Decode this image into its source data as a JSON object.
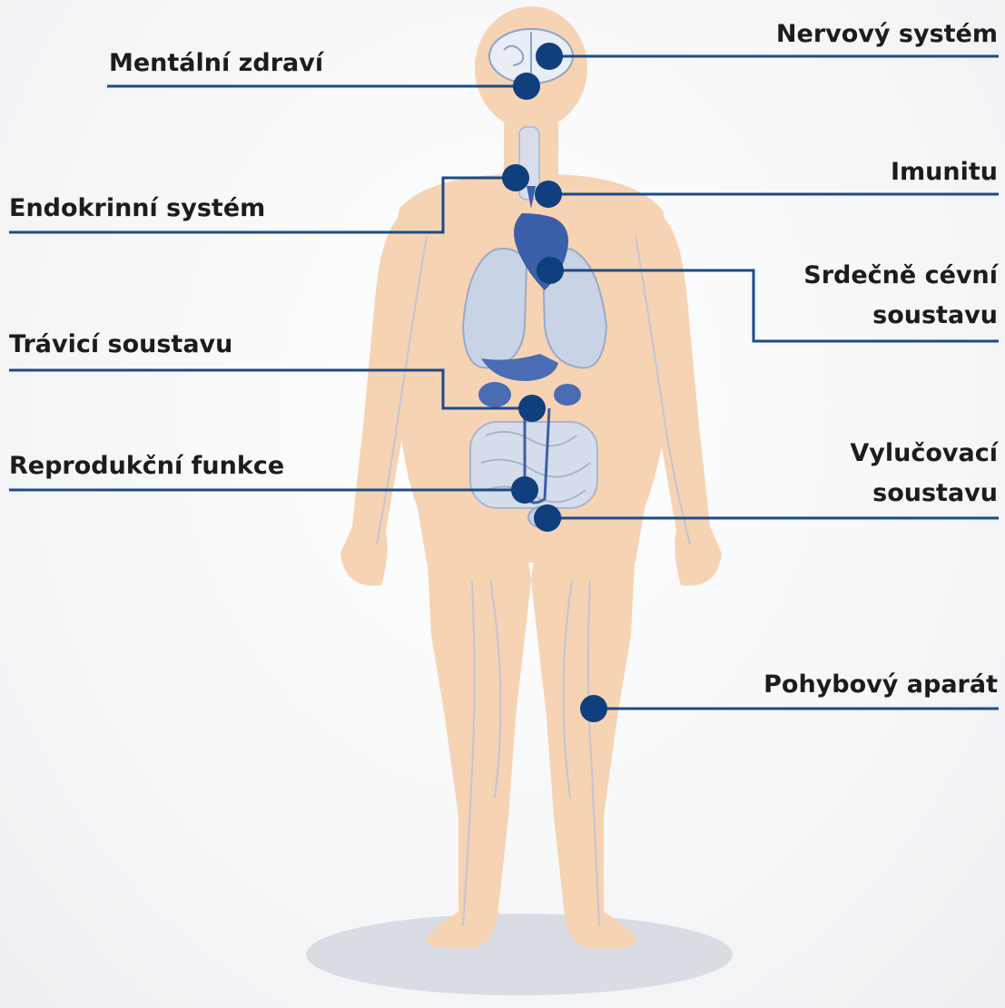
{
  "colors": {
    "line": "#1c4b86",
    "dot": "#0f3f7d",
    "skin": "#f6d3b3",
    "organ": "#c9d3e6",
    "organ_dark": "#3b5ea8",
    "vein": "#b9c2d8",
    "shadow": "#d9dce2"
  },
  "labels": {
    "nervovy": "Nervový systém",
    "mentalni": "Mentální zdraví",
    "imunita": "Imunitu",
    "endokrinni": "Endokrinní systém",
    "srdecne_1": "Srdečně cévní",
    "srdecne_2": "soustavu",
    "travici": "Trávicí soustavu",
    "reprodukcni": "Reprodukční funkce",
    "vylucovaci_1": "Vylučovací",
    "vylucovaci_2": "soustavu",
    "pohybovy": "Pohybový aparát"
  }
}
